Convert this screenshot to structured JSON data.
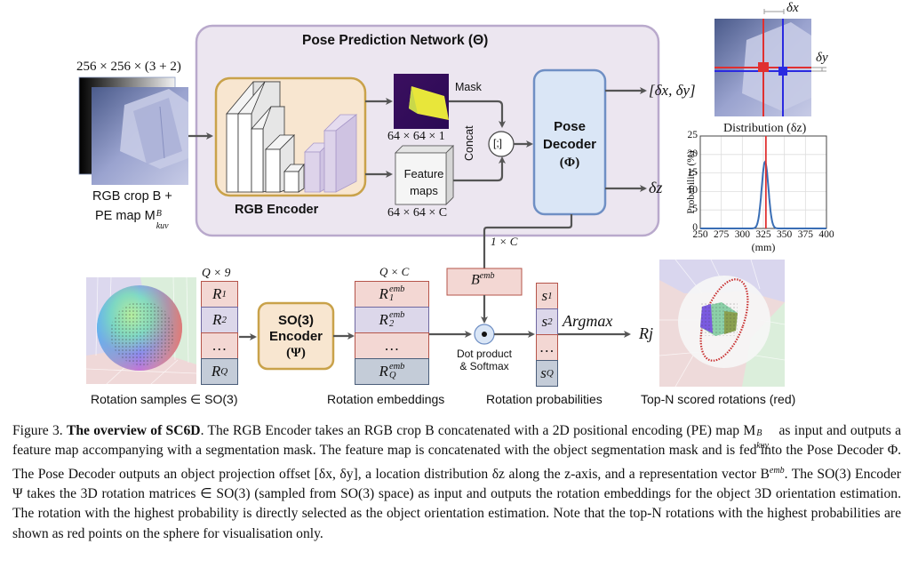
{
  "figure": {
    "network_title": "Pose Prediction Network (Θ)",
    "input_dims": "256 × 256 × (3 + 2)",
    "input_label_line1": "RGB crop B +",
    "input_label_line2": "PE map M",
    "input_label_sup": "B",
    "input_label_sub": "kuv",
    "rgb_encoder_label": "RGB Encoder",
    "mask_label": "Mask",
    "mask_dims": "64 × 64 × 1",
    "feature_maps_label_line1": "Feature",
    "feature_maps_label_line2": "maps",
    "feature_dims": "64 × 64 × C",
    "concat_label": "Concat",
    "concat_symbol": "[;]",
    "pose_decoder_line1": "Pose",
    "pose_decoder_line2": "Decoder",
    "pose_decoder_line3": "(Φ)",
    "offset_output": "[δx, δy]",
    "dz_output": "δz",
    "delta_x": "δx",
    "delta_y": "δy",
    "vector_dims": "1 × C",
    "b_emb": "B",
    "b_emb_sup": "emb",
    "q9_dims": "Q × 9",
    "rotation_cells": [
      "R1",
      "R2",
      "…",
      "RQ"
    ],
    "so3_encoder_line1": "SO(3)",
    "so3_encoder_line2": "Encoder",
    "so3_encoder_line3": "(Ψ)",
    "qc_dims": "Q × C",
    "embedding_cells": [
      "R1emb",
      "R2emb",
      "…",
      "RQemb"
    ],
    "dot_product_line1": "Dot product",
    "dot_product_line2": "& Softmax",
    "prob_cells": [
      "s1",
      "s2",
      "…",
      "sQ"
    ],
    "argmax_label": "Argmax",
    "result_label": "Rj",
    "rotation_samples_label": "Rotation samples ∈ SO(3)",
    "rotation_embeddings_label": "Rotation embeddings",
    "rotation_probabilities_label": "Rotation probabilities",
    "top_n_label": "Top-N scored rotations (red)"
  },
  "colors": {
    "network_bg": "#ece6f0",
    "network_border": "#b9a9cc",
    "encoder_bg": "#f8e6d0",
    "encoder_border": "#c9a24a",
    "decoder_bg": "#dae6f6",
    "decoder_border": "#6f8fc4",
    "cell_red_bg": "#f3d7d3",
    "cell_red_border": "#b5544a",
    "cell_purple_bg": "#dcd7ea",
    "cell_purple_border": "#6f68a0",
    "cell_blue_bg": "#c4ccd8",
    "cell_blue_border": "#4b5e7a",
    "arrow": "#555555",
    "curve": "#3a6eb5",
    "marker_line": "#e03030"
  },
  "chart_data": {
    "type": "line",
    "title": "Distribution (δz)",
    "xlabel": "(mm)",
    "ylabel": "Probability (%)",
    "xlim": [
      250,
      400
    ],
    "ylim": [
      0,
      25
    ],
    "xticks": [
      250,
      275,
      300,
      325,
      350,
      375,
      400
    ],
    "yticks": [
      0,
      5,
      10,
      15,
      20,
      25
    ],
    "grid": true,
    "series": [
      {
        "name": "distribution",
        "peak_x": 327,
        "peak_y": 18,
        "sigma_mm": 4.0
      }
    ],
    "marker_x": 328
  },
  "caption": {
    "figure_no": "Figure 3.",
    "bold_title": "The overview of SC6D",
    "text_1": ". The RGB Encoder takes an RGB crop B concatenated with a 2D positional encoding (PE) map M",
    "text_1_sup": "B",
    "text_1_sub": "kuv",
    "text_2": " as input and outputs a feature map accompanying with a segmentation mask. The feature map is concatenated with the object segmentation mask and is fed into the Pose Decoder Φ. The Pose Decoder outputs an object projection offset [δx, δy], a location distribution δz along the z-axis, and a representation vector B",
    "text_2_sup": "emb",
    "text_3": ". The SO(3) Encoder Ψ takes the 3D rotation matrices ∈ SO(3) (sampled from SO(3) space) as input and outputs the rotation embeddings for the object 3D orientation estimation. The rotation with the highest probability is directly selected as the object orientation estimation. Note that the top-N rotations with the highest probabilities are shown as red points on the sphere for visualisation only."
  }
}
